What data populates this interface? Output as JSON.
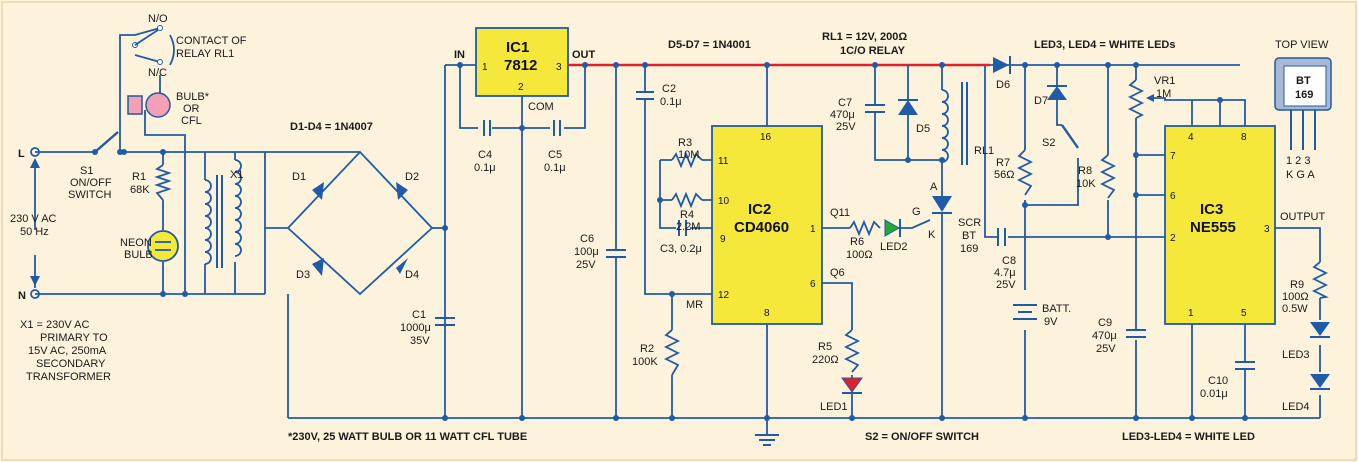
{
  "colors": {
    "background": "#fdf3dc",
    "wire": "#1f5ba8",
    "supply_rail": "#e0202a",
    "ic_fill": "#f6e83a",
    "led_green": "#22aa33",
    "led_red": "#e0202a",
    "led_white": "#1f5ba8"
  },
  "notes": {
    "relay_contact": "CONTACT OF",
    "relay_contact2": "RELAY RL1",
    "no": "N/O",
    "nc": "N/C",
    "bulb1": "BULB*",
    "bulb2": "OR",
    "bulb3": "CFL",
    "diode_bridge": "D1-D4 = 1N4007",
    "d5d7": "D5-D7 = 1N4001",
    "relay1": "RL1 = 12V, 200Ω",
    "relay2": "1C/O RELAY",
    "leds": "LED3, LED4 = WHITE LEDs",
    "topview": "TOP VIEW",
    "x1_1": "X1 = 230V AC",
    "x1_2": "PRIMARY TO",
    "x1_3": "15V AC, 250mA",
    "x1_4": "SECONDARY",
    "x1_5": "TRANSFORMER",
    "footer1": "*230V, 25 WATT BULB OR 11 WATT CFL TUBE",
    "footer2": "S2 = ON/OFF SWITCH",
    "footer3": "LED3-LED4 = WHITE LED",
    "in": "IN",
    "out": "OUT",
    "com": "COM",
    "L": "L",
    "N": "N",
    "ac1": "230 V AC",
    "ac2": "50 Hz",
    "s1a": "S1",
    "s1b": "ON/OFF",
    "s1c": "SWITCH",
    "r1a": "R1",
    "r1b": "68K",
    "neon1": "NEON",
    "neon2": "BULB",
    "x1": "X1",
    "d1": "D1",
    "d2": "D2",
    "d3": "D3",
    "d4": "D4",
    "c1a": "C1",
    "c1b": "1000μ",
    "c1c": "35V",
    "c4a": "C4",
    "c4b": "0.1μ",
    "c5a": "C5",
    "c5b": "0.1μ",
    "c2a": "C2",
    "c2b": "0.1μ",
    "c6a": "C6",
    "c6b": "100μ",
    "c6c": "25V",
    "r3a": "R3",
    "r3b": "10M",
    "r4a": "R4",
    "r4b": "2.2M",
    "c3": "C3, 0.2μ",
    "r2a": "R2",
    "r2b": "100K",
    "mr": "MR",
    "r5a": "R5",
    "r5b": "220Ω",
    "led1": "LED1",
    "led2": "LED2",
    "q11": "Q11",
    "q6": "Q6",
    "r6a": "R6",
    "r6b": "100Ω",
    "c7a": "C7",
    "c7b": "470μ",
    "c7c": "25V",
    "d5": "D5",
    "d6": "D6",
    "d7": "D7",
    "rl1": "RL1",
    "scr1": "SCR",
    "scr2": "BT",
    "scr3": "169",
    "a": "A",
    "g": "G",
    "k": "K",
    "c8a": "C8",
    "c8b": "4.7μ",
    "c8c": "25V",
    "r7a": "R7",
    "r7b": "56Ω",
    "s2": "S2",
    "r8a": "R8",
    "r8b": "10K",
    "vr1a": "VR1",
    "vr1b": "1M",
    "batt1": "BATT.",
    "batt2": "9V",
    "c9a": "C9",
    "c9b": "470μ",
    "c9c": "25V",
    "c10a": "C10",
    "c10b": "0.01μ",
    "output": "OUTPUT",
    "r9a": "R9",
    "r9b": "100Ω",
    "r9c": "0.5W",
    "led3": "LED3",
    "led4": "LED4",
    "bt1": "BT",
    "bt2": "169",
    "pins": "1 2 3",
    "kga": "K G A"
  },
  "ics": {
    "ic1": {
      "name": "IC1",
      "part": "7812",
      "p1": "1",
      "p2": "2",
      "p3": "3"
    },
    "ic2": {
      "name": "IC2",
      "part": "CD4060",
      "p16": "16",
      "p11": "11",
      "p10": "10",
      "p9": "9",
      "p12": "12",
      "p8": "8",
      "p1": "1",
      "p6": "6"
    },
    "ic3": {
      "name": "IC3",
      "part": "NE555",
      "p4": "4",
      "p8": "8",
      "p7": "7",
      "p6": "6",
      "p2": "2",
      "p3": "3",
      "p1": "1",
      "p5": "5"
    }
  }
}
